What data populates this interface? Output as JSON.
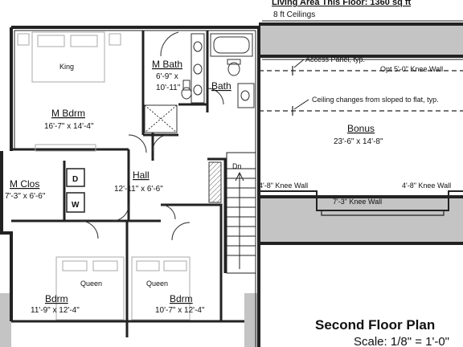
{
  "header": {
    "title": "Living Area This Floor: 1360 sq ft",
    "ceilings": "8 ft Ceilings"
  },
  "rooms": {
    "m_bdrm": {
      "name": "M Bdrm",
      "dims": "16'-7\" x 14'-4\"",
      "bed": "King"
    },
    "m_bath": {
      "name": "M Bath",
      "dims_a": "6'-9\" x",
      "dims_b": "10'-11\""
    },
    "bath": {
      "name": "Bath"
    },
    "m_clos": {
      "name": "M Clos",
      "dims": "7'-3\" x 6'-6\""
    },
    "hall": {
      "name": "Hall",
      "dims": "12'-11\" x 6'-6\""
    },
    "bonus": {
      "name": "Bonus",
      "dims": "23'-6\" x 14'-8\""
    },
    "bdrm_left": {
      "name": "Bdrm",
      "dims": "11'-9\" x 12'-4\"",
      "bed": "Queen"
    },
    "bdrm_right": {
      "name": "Bdrm",
      "dims": "10'-7\" x 12'-4\"",
      "bed": "Queen"
    }
  },
  "appliances": {
    "dryer": "D",
    "washer": "W"
  },
  "stairs": {
    "label": "Dn"
  },
  "notes": {
    "access_panel": "Access Panel, typ.",
    "knee_wall_top": "Opt 5'-0\" Knee Wall",
    "ceiling_change": "Ceiling changes from sloped to flat, typ.",
    "knee_wall_left": "4'-8\" Knee Wall",
    "knee_wall_right": "4'-8\" Knee Wall",
    "knee_wall_center": "7'-3\" Knee Wall"
  },
  "footer": {
    "plan_title": "Second Floor Plan",
    "scale": "Scale: 1/8\" = 1'-0\""
  }
}
